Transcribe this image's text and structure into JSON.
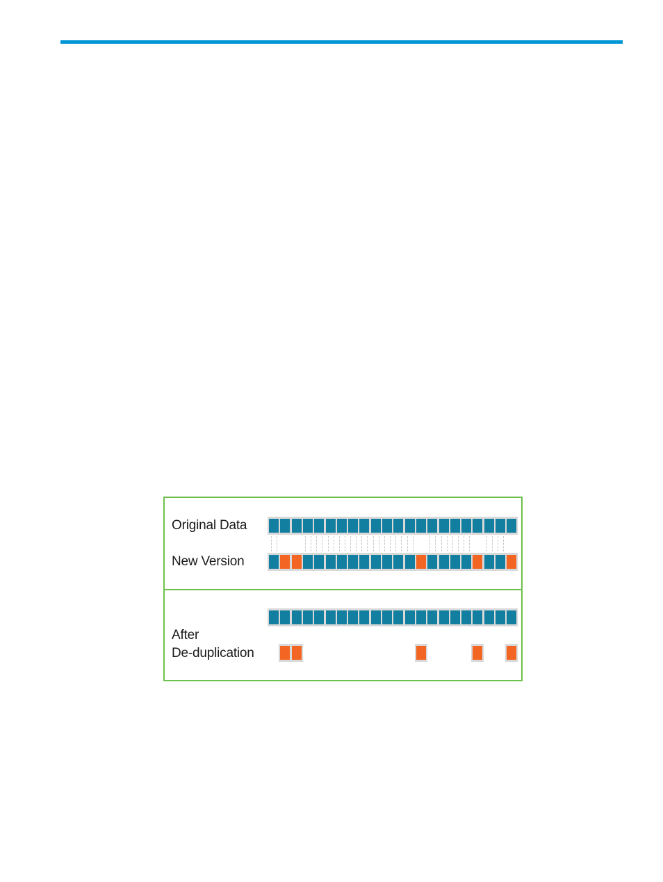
{
  "colors": {
    "accent_rule": "#0096d6",
    "frame": "#6cc04a",
    "unchanged_block": "#137fa0",
    "changed_block": "#f26522",
    "block_track": "#d9d9d9"
  },
  "figure": {
    "original_label": "Original Data",
    "new_version_label": "New Version",
    "after_label_line1": "After",
    "after_label_line2": "De-duplication",
    "block_count": 22,
    "original_blocks": [
      "u",
      "u",
      "u",
      "u",
      "u",
      "u",
      "u",
      "u",
      "u",
      "u",
      "u",
      "u",
      "u",
      "u",
      "u",
      "u",
      "u",
      "u",
      "u",
      "u",
      "u",
      "u"
    ],
    "new_version_blocks": [
      "u",
      "c",
      "c",
      "u",
      "u",
      "u",
      "u",
      "u",
      "u",
      "u",
      "u",
      "u",
      "u",
      "c",
      "u",
      "u",
      "u",
      "u",
      "c",
      "u",
      "u",
      "c"
    ],
    "dedup_changed_indices": [
      1,
      2,
      13,
      18,
      21
    ]
  }
}
